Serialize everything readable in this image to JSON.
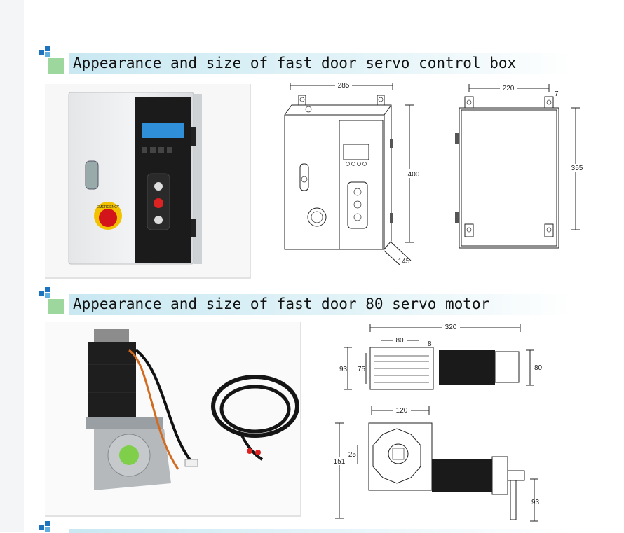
{
  "sections": [
    {
      "title": "Appearance and size of fast door servo control box",
      "box_dims": {
        "width": "285",
        "height": "400",
        "depth": "145"
      },
      "mount_dims": {
        "width": "220",
        "slot": "7",
        "height": "355"
      },
      "emergency_label": "EMERGENCY"
    },
    {
      "title": "Appearance and size of fast door 80 servo motor",
      "motor_top_dims": {
        "length": "320",
        "body": "80",
        "gap": "8",
        "h1": "93",
        "h2": "75",
        "h3": "80"
      },
      "motor_side_dims": {
        "width": "120",
        "height": "151",
        "shaft": "25",
        "lever": "93"
      }
    }
  ],
  "colors": {
    "accent_blue": "#1e73be",
    "accent_green": "#8fd08f",
    "banner": "#c9e8f2"
  }
}
